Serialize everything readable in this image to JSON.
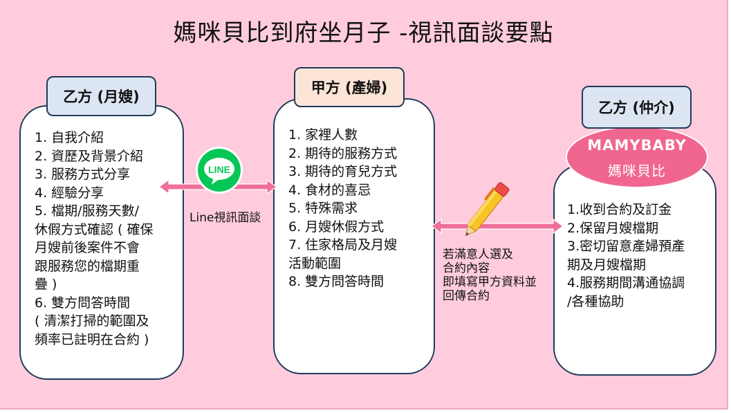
{
  "title": "媽咪貝比到府坐月子 -視訊面談要點",
  "labels": {
    "left": "乙方 (月嫂)",
    "middle": "甲方 (產婦)",
    "right": "乙方 (仲介)"
  },
  "left_items": [
    "1. 自我介紹",
    "2. 資歷及背景介紹",
    "3. 服務方式分享",
    "4. 經驗分享",
    "5. 檔期/服務天數/",
    "休假方式確認 ( 確保",
    "月嫂前後案件不會",
    "跟服務您的檔期重",
    "疊 )",
    "6. 雙方問答時間",
    "( 清潔打掃的範圍及",
    "頻率已註明在合約 )"
  ],
  "middle_items": [
    "1. 家裡人數",
    "2. 期待的服務方式",
    "3. 期待的育兒方式",
    "4. 食材的喜忌",
    "5. 特殊需求",
    "6. 月嫂休假方式",
    "7. 住家格局及月嫂",
    "活動範圍",
    "8. 雙方問答時間"
  ],
  "right_items": [
    "1.收到合約及訂金",
    "2.保留月嫂檔期",
    "3.密切留意產婦預產",
    "期及月嫂檔期",
    "4.服務期間溝通協調",
    "/各種協助"
  ],
  "line_logo_text": "LINE",
  "line_caption": "Line視訊面談",
  "sign_caption": [
    "若滿意人選及",
    "合約內容",
    "即填寫甲方資料並",
    "回傳合約"
  ],
  "brand": {
    "name": "MAMYBABY",
    "chinese": "媽咪貝比"
  },
  "icons": {
    "line": "line-app-icon",
    "pen": "pen-icon"
  },
  "colors": {
    "background": "#ffccdd",
    "label_left": "#dce6f2",
    "label_middle": "#fce4d6",
    "label_right": "#dce6f2",
    "arrow": "#ef6f9a",
    "line_green": "#06c755",
    "brand_pink": "#f0668f"
  }
}
